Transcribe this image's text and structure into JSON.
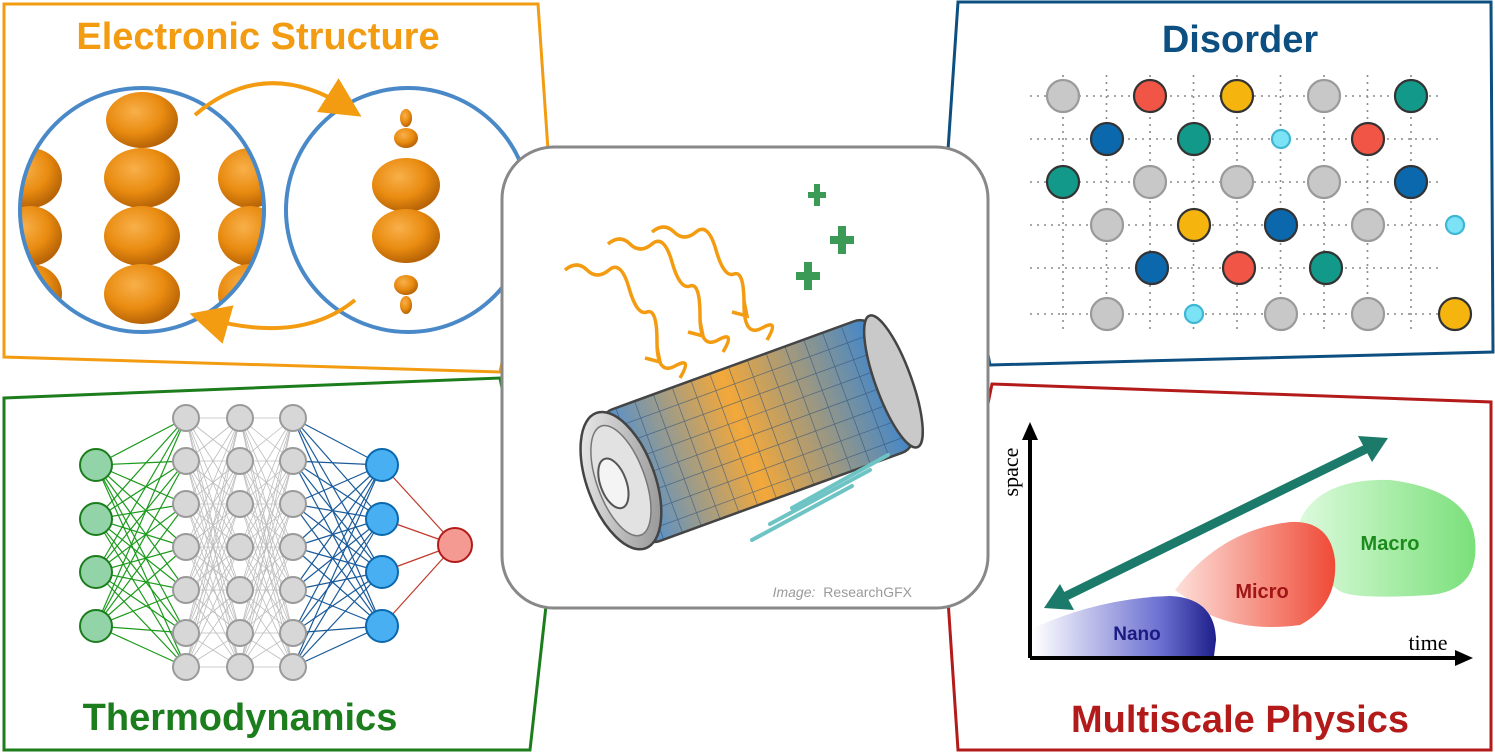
{
  "panels": {
    "electronic": {
      "title": "Electronic Structure",
      "color": "#f39c12"
    },
    "disorder": {
      "title": "Disorder",
      "color": "#0d4f80"
    },
    "thermo": {
      "title": "Thermodynamics",
      "color": "#1c7d1c"
    },
    "multiscale": {
      "title": "Multiscale Physics",
      "color": "#b31b1b",
      "axis_x": "time",
      "axis_y": "space",
      "regions": [
        "Nano",
        "Micro",
        "Macro"
      ]
    }
  },
  "center": {
    "credit_prefix": "Image:",
    "credit_name": "ResearchGFX"
  },
  "disorder_grid": [
    [
      "gray",
      "red",
      "yellow",
      "gray",
      "teal"
    ],
    [
      "blue",
      "teal",
      "cyan-small",
      "red"
    ],
    [
      "teal",
      "gray",
      "gray",
      "gray",
      "blue"
    ],
    [
      "gray",
      "yellow",
      "blue",
      "gray",
      "cyan-small"
    ],
    [
      "blue",
      "red",
      "teal"
    ],
    [
      "gray",
      "cyan-small",
      "gray",
      "gray",
      "yellow"
    ]
  ],
  "atom_colors": {
    "gray": "#c8c8c8",
    "red": "#f05545",
    "yellow": "#f5b50e",
    "teal": "#13998a",
    "blue": "#0c68ad",
    "cyan-small": "#7be3f5"
  },
  "network_layers": [
    4,
    7,
    7,
    7,
    4,
    1
  ]
}
